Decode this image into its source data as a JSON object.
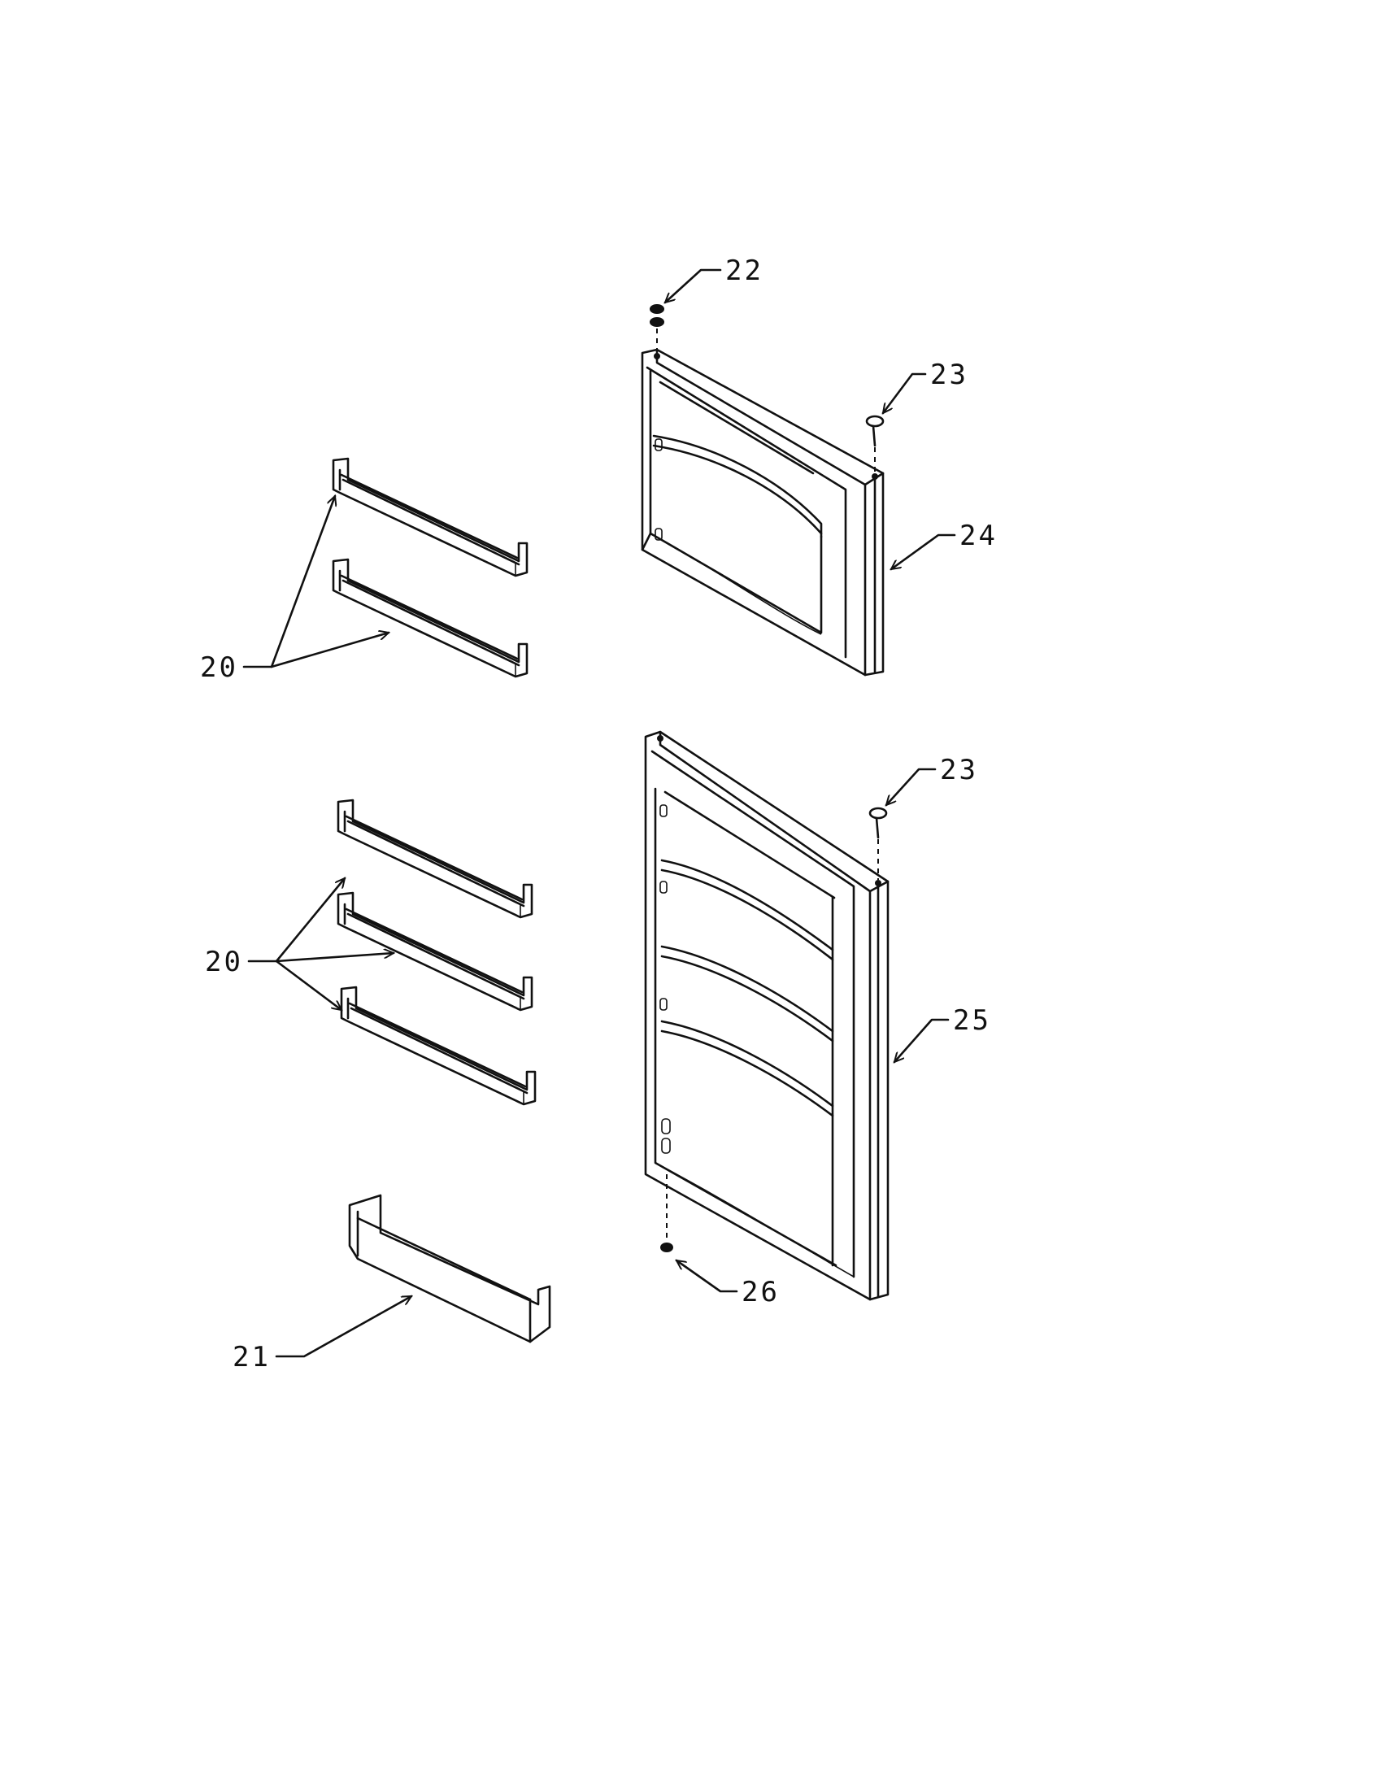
{
  "labels": {
    "l20a": "20",
    "l20b": "20",
    "l21": "21",
    "l22": "22",
    "l23a": "23",
    "l23b": "23",
    "l24": "24",
    "l25": "25",
    "l26": "26"
  },
  "colors": {
    "ink": "#111111",
    "paper": "#ffffff"
  }
}
